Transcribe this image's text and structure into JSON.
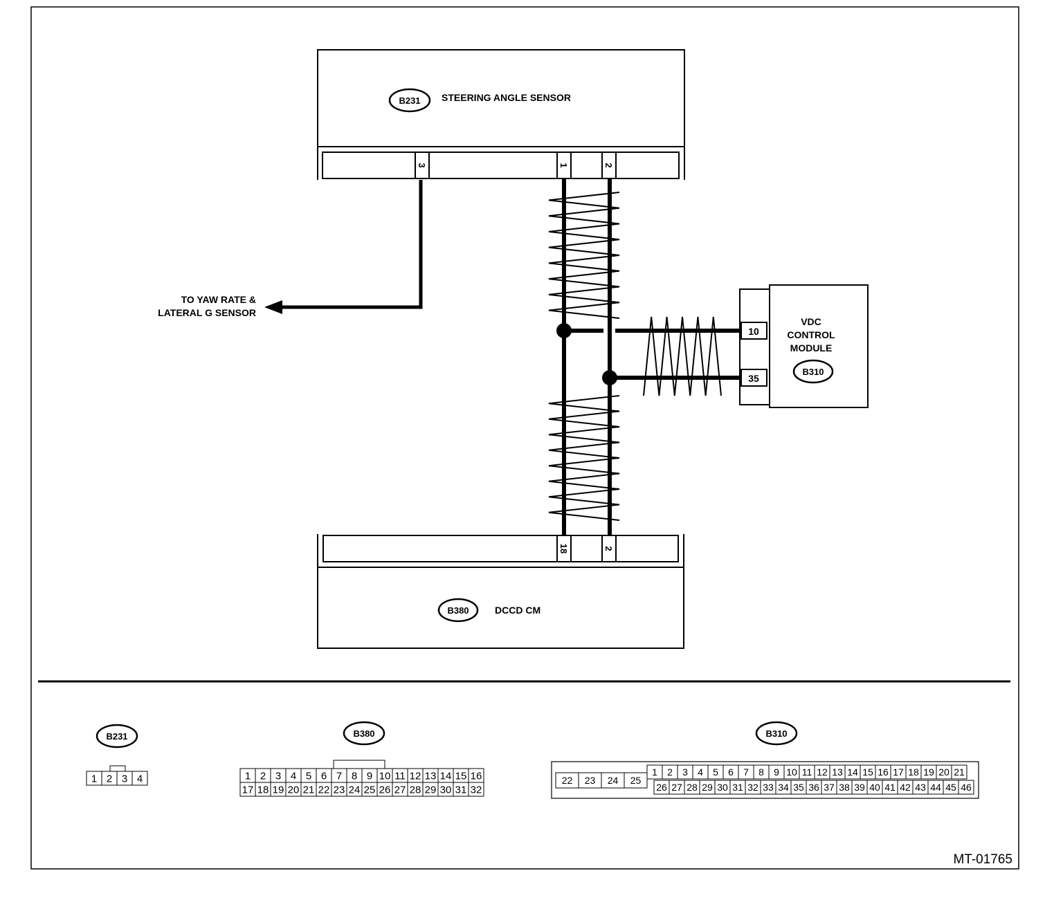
{
  "steering_sensor": {
    "id": "B231",
    "name": "STEERING ANGLE SENSOR",
    "pins": [
      "3",
      "1",
      "2"
    ]
  },
  "dccd": {
    "id": "B380",
    "name": "DCCD CM",
    "pins": [
      "18",
      "2"
    ]
  },
  "vdc": {
    "id": "B310",
    "name_lines": [
      "VDC",
      "CONTROL",
      "MODULE"
    ],
    "pins": [
      "10",
      "35"
    ]
  },
  "yaw_note": {
    "lines": [
      "TO YAW RATE &",
      "LATERAL G SENSOR"
    ]
  },
  "connectors": {
    "b231": {
      "id": "B231",
      "pins": [
        "1",
        "2",
        "3",
        "4"
      ]
    },
    "b380": {
      "id": "B380",
      "row1": [
        "1",
        "2",
        "3",
        "4",
        "5",
        "6",
        "7",
        "8",
        "9",
        "10",
        "11",
        "12",
        "13",
        "14",
        "15",
        "16"
      ],
      "row2": [
        "17",
        "18",
        "19",
        "20",
        "21",
        "22",
        "23",
        "24",
        "25",
        "26",
        "27",
        "28",
        "29",
        "30",
        "31",
        "32"
      ]
    },
    "b310": {
      "id": "B310",
      "left": [
        "22",
        "23",
        "24",
        "25"
      ],
      "row1": [
        "1",
        "2",
        "3",
        "4",
        "5",
        "6",
        "7",
        "8",
        "9",
        "10",
        "11",
        "12",
        "13",
        "14",
        "15",
        "16",
        "17",
        "18",
        "19",
        "20",
        "21"
      ],
      "row2": [
        "26",
        "27",
        "28",
        "29",
        "30",
        "31",
        "32",
        "33",
        "34",
        "35",
        "36",
        "37",
        "38",
        "39",
        "40",
        "41",
        "42",
        "43",
        "44",
        "45",
        "46"
      ]
    }
  },
  "figure_code": "MT-01765"
}
